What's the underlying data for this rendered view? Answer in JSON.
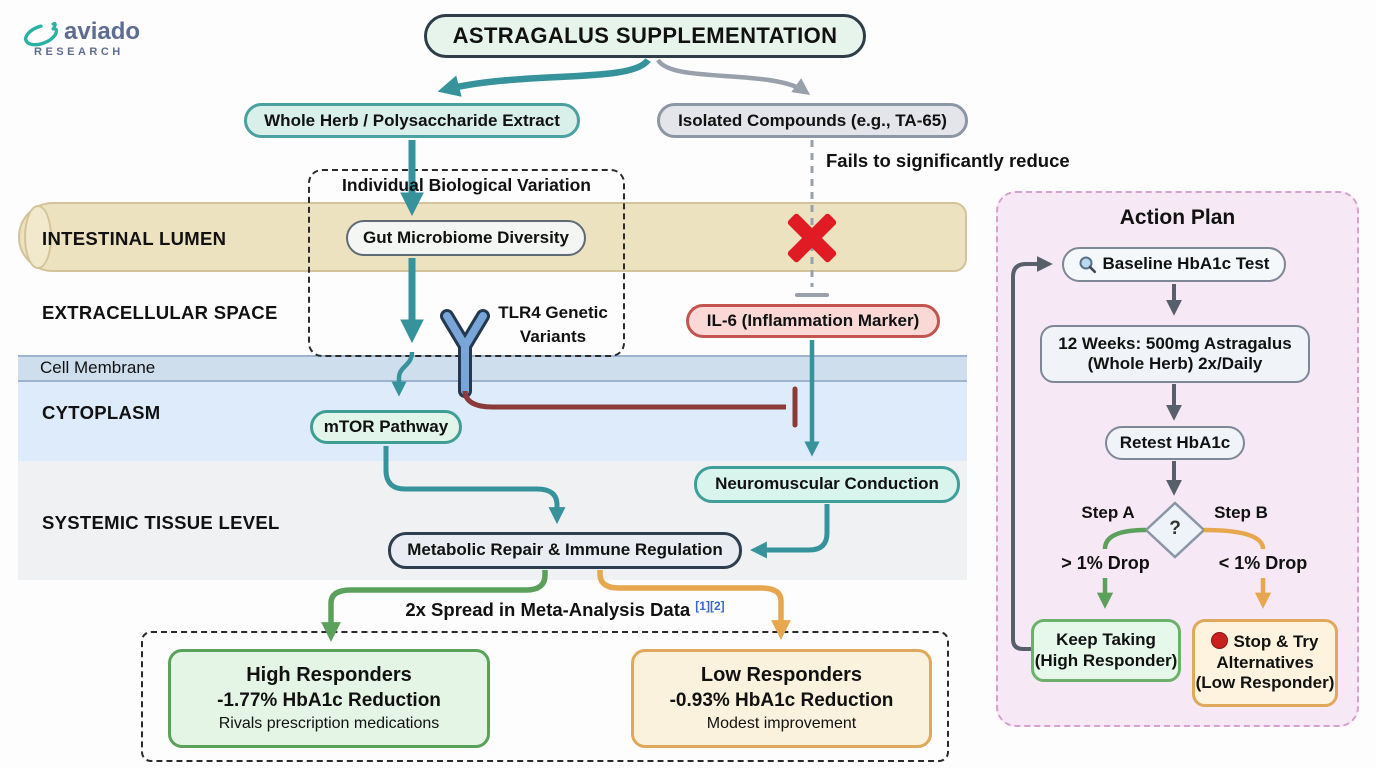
{
  "brand": {
    "name": "aviado",
    "sub": "RESEARCH"
  },
  "title": "ASTRAGALUS SUPPLEMENTATION",
  "branches": {
    "left": "Whole Herb / Polysaccharide Extract",
    "right": "Isolated Compounds (e.g., TA-65)",
    "fail_note": "Fails to significantly reduce"
  },
  "bands": {
    "lumen": "INTESTINAL LUMEN",
    "extracellular": "EXTRACELLULAR SPACE",
    "membrane": "Cell Membrane",
    "cytoplasm": "CYTOPLASM",
    "systemic": "SYSTEMIC TISSUE LEVEL"
  },
  "variation": {
    "title": "Individual Biological Variation",
    "gut": "Gut Microbiome Diversity",
    "tlr4_line1": "TLR4 Genetic",
    "tlr4_line2": "Variants"
  },
  "nodes": {
    "il6": "IL-6 (Inflammation Marker)",
    "mtor": "mTOR Pathway",
    "neuro": "Neuromuscular Conduction",
    "metabolic": "Metabolic Repair & Immune Regulation"
  },
  "spread": {
    "text": "2x Spread in Meta-Analysis Data",
    "refs": "[1][2]"
  },
  "outcomes": {
    "high": {
      "title": "High Responders",
      "value": "-1.77% HbA1c Reduction",
      "note": "Rivals prescription medications"
    },
    "low": {
      "title": "Low Responders",
      "value": "-0.93% HbA1c Reduction",
      "note": "Modest improvement"
    }
  },
  "action_plan": {
    "title": "Action Plan",
    "step1": "Baseline HbA1c Test",
    "step2_line1": "12 Weeks: 500mg Astragalus",
    "step2_line2": "(Whole Herb) 2x/Daily",
    "step3": "Retest HbA1c",
    "decision": "?",
    "step_a": "Step A",
    "step_b": "Step B",
    "branch_a": "> 1% Drop",
    "branch_b": "< 1% Drop",
    "keep_line1": "Keep Taking",
    "keep_line2": "(High Responder)",
    "stop_line1": "Stop & Try",
    "stop_line2": "Alternatives",
    "stop_line3": "(Low Responder)"
  },
  "colors": {
    "teal": "#37939b",
    "gray": "#98a0ac",
    "dark_gray": "#575f6b",
    "green": "#5ba05b",
    "orange": "#e7a74f",
    "red_x": "#e01b24",
    "inhibit_red": "#8a3a39",
    "panel_pink": "#f6e8f4",
    "lumen_tan": "#ece2c0",
    "cytoplasm_blue": "#ddebfa"
  }
}
